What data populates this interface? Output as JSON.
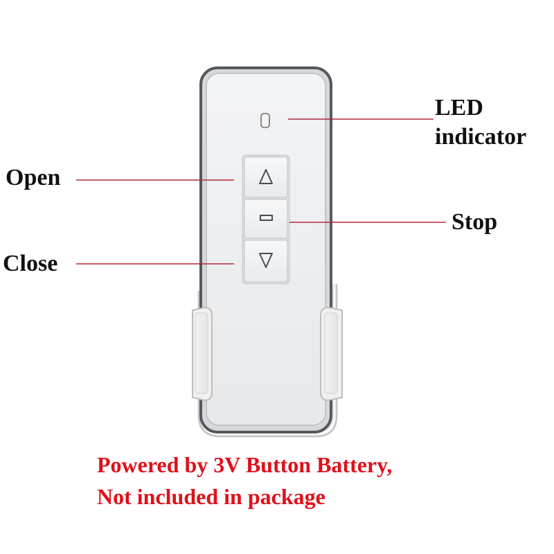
{
  "labels": {
    "led_line1": "LED",
    "led_line2": "indicator",
    "open": "Open",
    "stop": "Stop",
    "close": "Close"
  },
  "note": {
    "line1": "Powered by 3V Button Battery,",
    "line2": "Not included in package"
  },
  "colors": {
    "leader_line": "#b0283a",
    "note_text": "#e0101a",
    "remote_body": "#edeff1",
    "remote_outline": "#55585c"
  },
  "icons": {
    "up_button": "triangle-up-icon",
    "stop_button": "rectangle-icon",
    "down_button": "triangle-down-icon",
    "led": "led-indicator-icon"
  }
}
